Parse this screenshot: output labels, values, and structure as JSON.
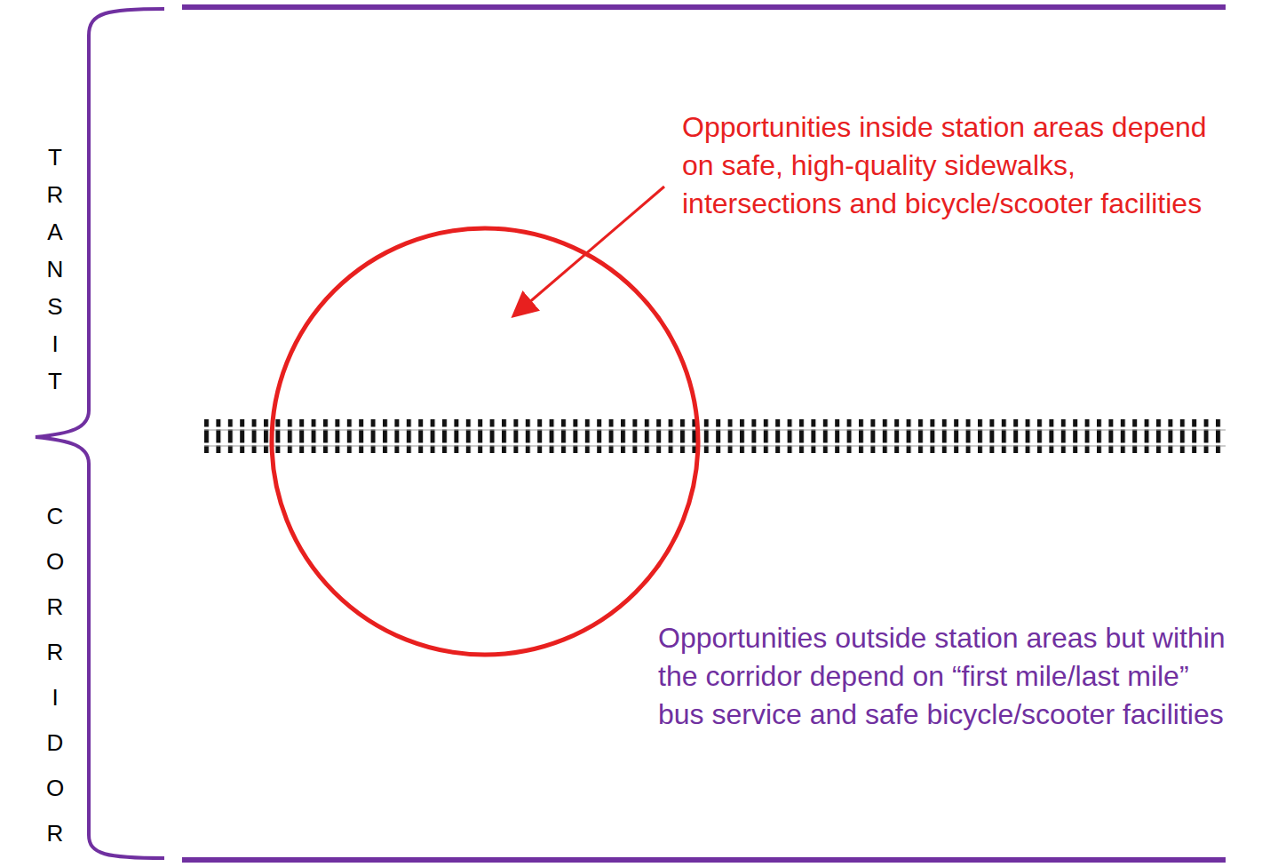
{
  "diagram": {
    "labels": [
      "TRANSIT",
      "CORRIDOR",
      "Opportunities inside station areas depend on safe, high-quality sidewalks, intersections and bicycle/scooter facilities",
      "Opportunities outside station areas but within the corridor depend on “first mile/last mile” bus service and safe bicycle/scooter facilities"
    ]
  }
}
